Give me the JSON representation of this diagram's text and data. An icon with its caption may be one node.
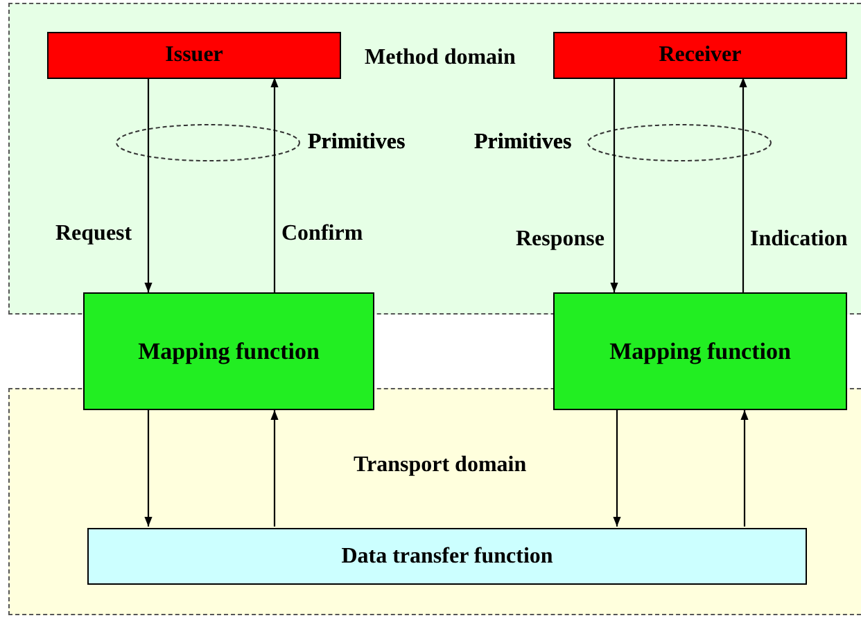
{
  "diagram": {
    "nodes": [
      {
        "text": [
          "Method domain"
        ]
      },
      {
        "text": [
          "Issuer"
        ],
        "in": 0
      },
      {
        "text": [
          "Receiver"
        ],
        "in": 0
      },
      {
        "text": [
          "Mapping function"
        ]
      },
      {
        "text": [
          "Mapping function"
        ]
      },
      {
        "text": [
          "Transport domain"
        ]
      },
      {
        "text": [
          "Data transfer function"
        ],
        "in": 5
      }
    ],
    "edges": [
      {
        "from": 1,
        "to": 3,
        "arrow": "to",
        "label": "Request"
      },
      {
        "from": 3,
        "to": 1,
        "arrow": "to",
        "label": "Confirm"
      },
      {
        "from": 2,
        "to": 4,
        "arrow": "to",
        "label": "Response"
      },
      {
        "from": 4,
        "to": 2,
        "arrow": "to",
        "label": "Indication"
      },
      {
        "from": 3,
        "to": 6,
        "arrow": "to"
      },
      {
        "from": 6,
        "to": 3,
        "arrow": "to"
      },
      {
        "from": 4,
        "to": 6,
        "arrow": "to"
      },
      {
        "from": 6,
        "to": 4,
        "arrow": "to"
      }
    ],
    "labels": [
      "Primitives",
      "Primitives"
    ]
  }
}
